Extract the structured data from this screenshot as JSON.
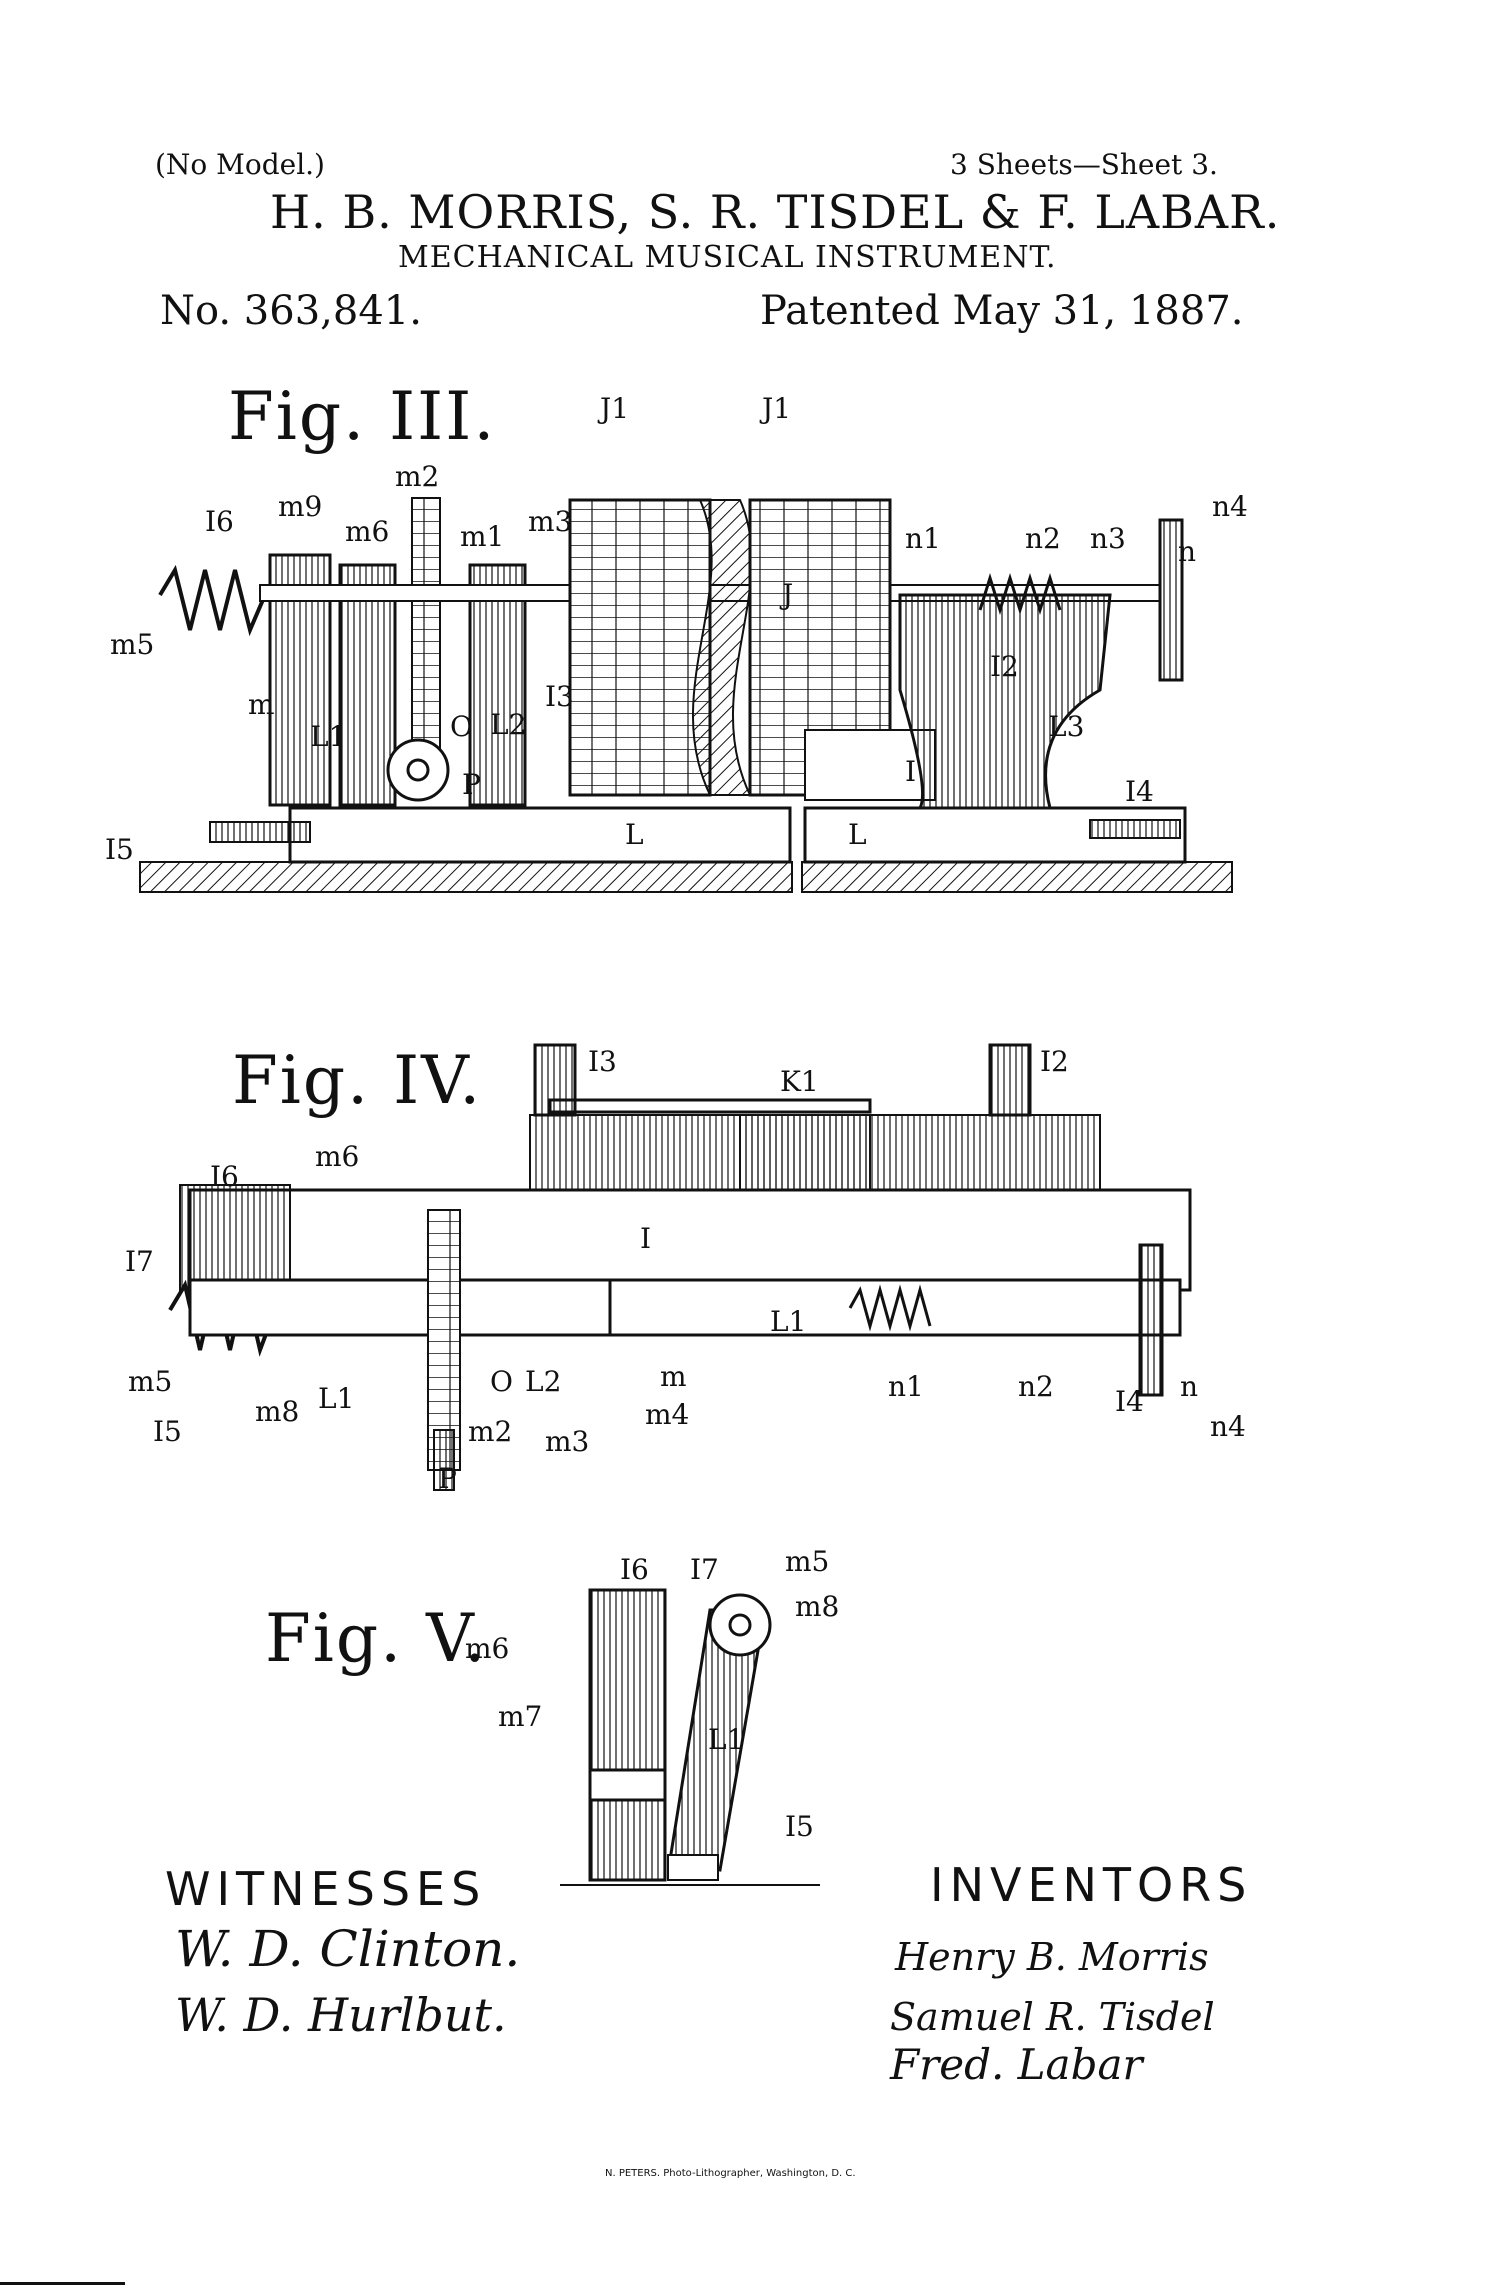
{
  "header": {
    "model_note": "(No Model.)",
    "sheets": "3 Sheets—Sheet 3.",
    "inventors": "H. B. MORRIS, S. R. TISDEL & F. LABAR.",
    "title": "MECHANICAL MUSICAL INSTRUMENT.",
    "patent_number": "No. 363,841.",
    "patent_date": "Patented May 31, 1887."
  },
  "figures": {
    "fig3": {
      "label": "Fig. III.",
      "parts": [
        "J1",
        "J1",
        "m2",
        "m9",
        "I6",
        "m6",
        "m1",
        "m3",
        "J",
        "n1",
        "n2",
        "n3",
        "n4",
        "n",
        "m5",
        "m",
        "L1",
        "O",
        "P",
        "L2",
        "I3",
        "I2",
        "L3",
        "I",
        "I4",
        "I5",
        "L",
        "L"
      ]
    },
    "fig4": {
      "label": "Fig. IV.",
      "parts": [
        "I3",
        "K1",
        "I2",
        "m6",
        "I6",
        "I7",
        "I",
        "L1",
        "m5",
        "m8",
        "L1",
        "I5",
        "O",
        "L2",
        "m",
        "m4",
        "m2",
        "m3",
        "P",
        "n1",
        "n2",
        "I4",
        "n",
        "n4"
      ]
    },
    "fig5": {
      "label": "Fig. V.",
      "parts": [
        "I6",
        "I7",
        "m5",
        "m8",
        "m6",
        "m7",
        "L1",
        "I5"
      ]
    }
  },
  "witnesses": {
    "heading": "WITNESSES",
    "signatures": [
      "W. D. Clinton.",
      "W. D. Hurlbut."
    ]
  },
  "inventors_block": {
    "heading": "INVENTORS",
    "signatures": [
      "Henry B. Morris",
      "Samuel R. Tisdel",
      "Fred. Labar"
    ]
  },
  "footer": {
    "imprint": "N. PETERS. Photo-Lithographer, Washington, D. C."
  }
}
